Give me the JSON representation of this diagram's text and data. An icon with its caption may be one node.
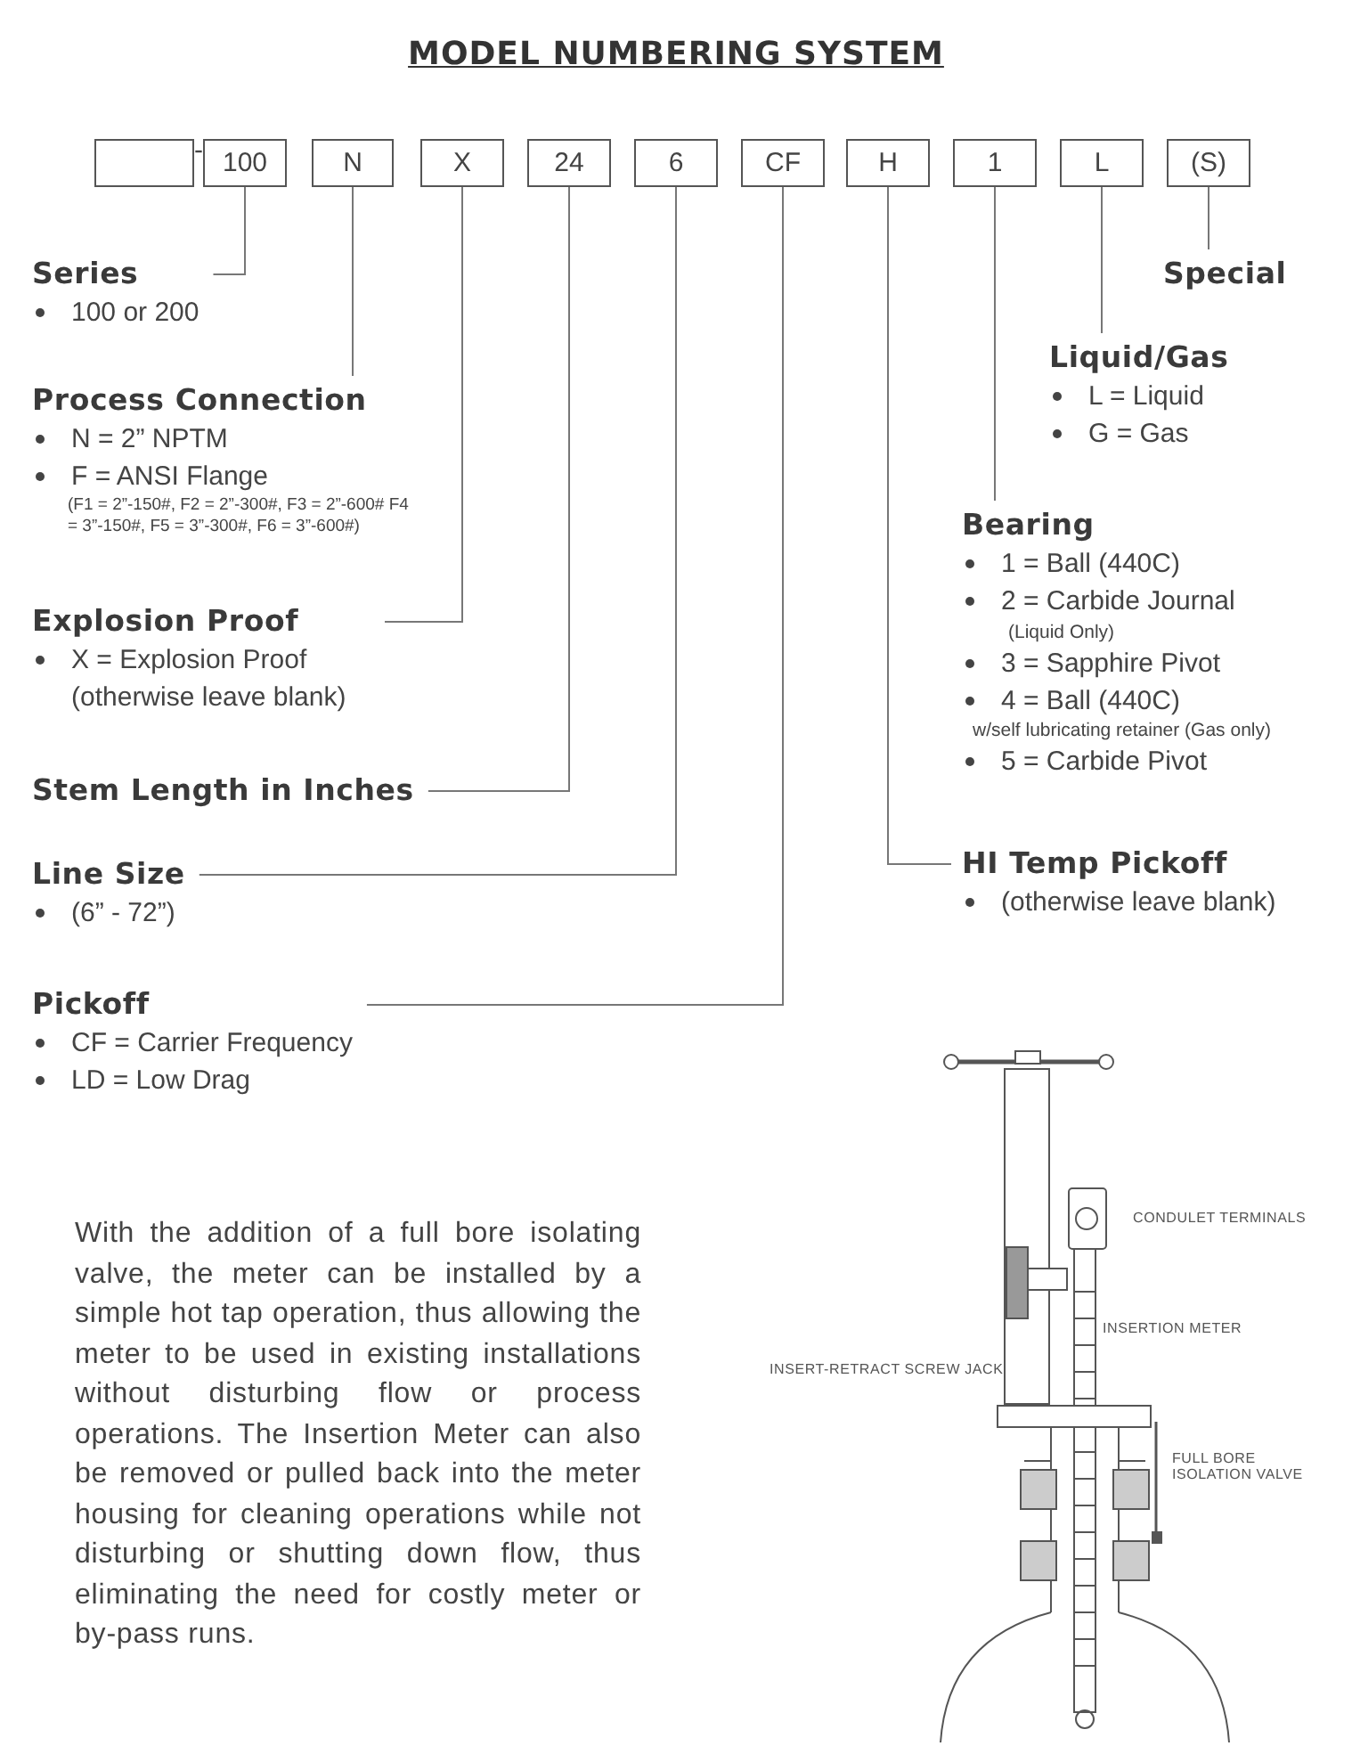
{
  "diagram": {
    "title": "MODEL NUMBERING SYSTEM",
    "nodes": [
      {
        "text": [],
        "shape": "box"
      },
      {
        "text": [
          "100"
        ]
      },
      {
        "text": [
          "N"
        ]
      },
      {
        "text": [
          "X"
        ]
      },
      {
        "text": [
          "24"
        ]
      },
      {
        "text": [
          "6"
        ]
      },
      {
        "text": [
          "CF"
        ]
      },
      {
        "text": [
          "H"
        ]
      },
      {
        "text": [
          "1"
        ]
      },
      {
        "text": [
          "L"
        ]
      },
      {
        "text": [
          "(S)"
        ]
      },
      {
        "text": [
          "Series",
          "100 or 200"
        ]
      },
      {
        "text": [
          "Process Connection",
          "N = 2” NPTM",
          "F = ANSI Flange",
          "(F1 = 2”-150#, F2 = 2”-300#, F3 = 2”-600# F4 = 3”-150#, F5 = 3”-300#, F6 = 3”-600#)"
        ]
      },
      {
        "text": [
          "Explosion Proof",
          "X = Explosion Proof (otherwise leave blank)"
        ]
      },
      {
        "text": [
          "Stem Length in Inches"
        ]
      },
      {
        "text": [
          "Line Size",
          "(6” - 72”)"
        ]
      },
      {
        "text": [
          "Pickoff",
          "CF = Carrier Frequency",
          "LD = Low Drag"
        ]
      },
      {
        "text": [
          "Special"
        ]
      },
      {
        "text": [
          "Liquid/Gas",
          "L = Liquid",
          "G = Gas"
        ]
      },
      {
        "text": [
          "Bearing",
          "1 = Ball (440C)",
          "2 = Carbide Journal",
          "(Liquid Only)",
          "3 = Sapphire Pivot",
          "4 = Ball (440C)",
          "w/self lubricating retainer (Gas only)",
          "5 = Carbide Pivot"
        ]
      },
      {
        "text": [
          "HI Temp Pickoff",
          "(otherwise leave blank)"
        ]
      }
    ],
    "edges": [
      {
        "from": 1,
        "to": 11,
        "arrow": "none"
      },
      {
        "from": 2,
        "to": 12,
        "arrow": "none"
      },
      {
        "from": 3,
        "to": 13,
        "arrow": "none"
      },
      {
        "from": 4,
        "to": 14,
        "arrow": "none"
      },
      {
        "from": 5,
        "to": 15,
        "arrow": "none"
      },
      {
        "from": 6,
        "to": 16,
        "arrow": "none"
      },
      {
        "from": 7,
        "to": 20,
        "arrow": "none"
      },
      {
        "from": 8,
        "to": 19,
        "arrow": "none"
      },
      {
        "from": 9,
        "to": 18,
        "arrow": "none"
      },
      {
        "from": 10,
        "to": 17,
        "arrow": "none"
      }
    ],
    "labels": [
      "-",
      "With the addition of a full bore isolating valve, the meter can be installed by a simple hot tap operation, thus allowing the meter to be used in existing installations without disturbing flow or process operations. The Insertion Meter can also be removed or pulled back into the meter housing for cleaning operations while not disturbing or shutting down flow, thus eliminating the need for costly meter or by-pass runs.",
      "CONDULET TERMINALS",
      "INSERTION METER",
      "INSERT-RETRACT SCREW JACK",
      "FULL BORE ISOLATION VALVE"
    ]
  }
}
